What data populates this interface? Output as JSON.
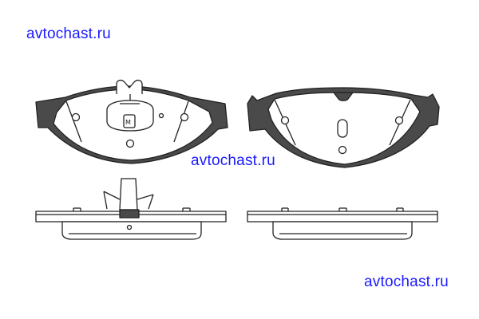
{
  "watermarks": {
    "top": "avtochast.ru",
    "middle": "avtochast.ru",
    "bottom": "avtochast.ru"
  },
  "colors": {
    "watermark": "#1a1aff",
    "line": "#222222",
    "backing_fill": "#4a4a4a",
    "background": "#ffffff"
  }
}
